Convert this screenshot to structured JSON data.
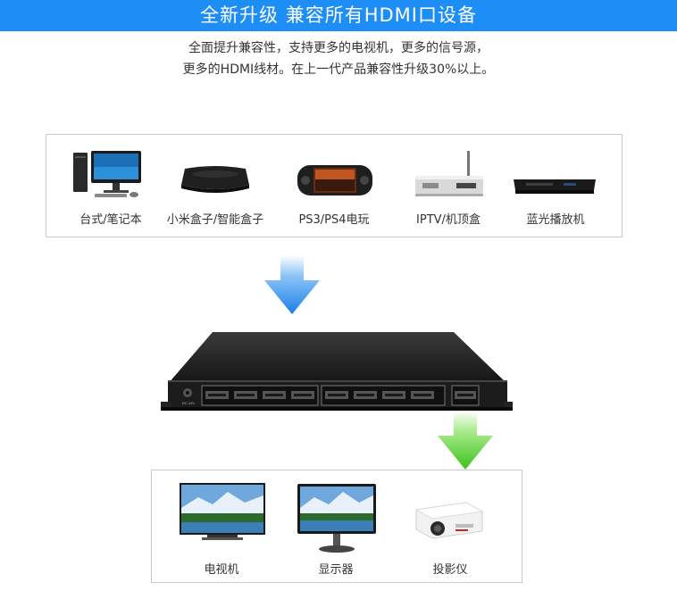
{
  "banner": {
    "title": "全新升级 兼容所有HDMI口设备"
  },
  "intro": {
    "line1": "全面提升兼容性，支持更多的电视机，更多的信号源，",
    "line2": "更多的HDMI线材。在上一代产品兼容性升级30%以上。"
  },
  "sources": [
    {
      "label": "台式/笔记本",
      "icon": "desktop-computer-icon"
    },
    {
      "label": "小米盒子/智能盒子",
      "icon": "tv-box-icon"
    },
    {
      "label": "PS3/PS4电玩",
      "icon": "game-console-icon"
    },
    {
      "label": "IPTV/机顶盒",
      "icon": "set-top-box-icon"
    },
    {
      "label": "蓝光播放机",
      "icon": "bluray-player-icon"
    }
  ],
  "splitter": {
    "power_label": "DC 12V"
  },
  "outputs": [
    {
      "label": "电视机",
      "icon": "television-icon"
    },
    {
      "label": "显示器",
      "icon": "monitor-icon"
    },
    {
      "label": "投影仪",
      "icon": "projector-icon"
    }
  ],
  "colors": {
    "banner": "#1d8ef5",
    "arrow_in": "#2f8ff0",
    "arrow_out": "#43c92a"
  }
}
